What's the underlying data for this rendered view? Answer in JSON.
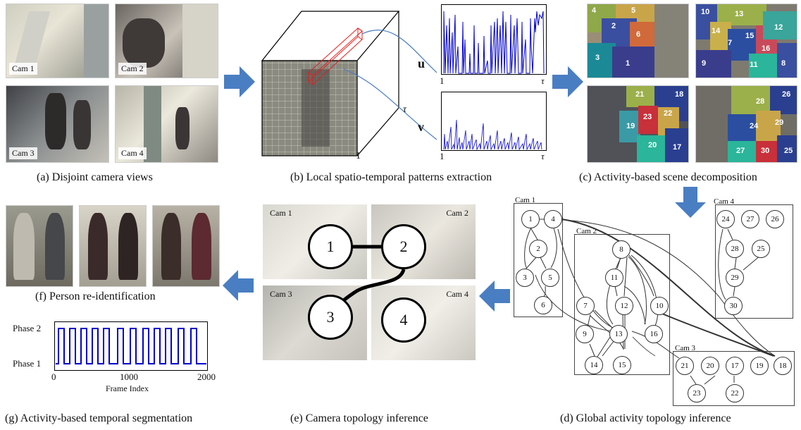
{
  "panel_a": {
    "cams": [
      "Cam 1",
      "Cam 2",
      "Cam 3",
      "Cam 4"
    ],
    "caption": "(a)   Disjoint camera views"
  },
  "panel_b": {
    "caption": "(b)   Local spatio-temporal patterns extraction",
    "cube_tau": "τ",
    "cube_one": "1",
    "u_label": "u",
    "v_label": "v",
    "u_start": "1",
    "u_end": "τ",
    "v_start": "1",
    "v_end": "τ"
  },
  "panel_c": {
    "caption": "(c)   Activity-based scene decomposition",
    "regions": [
      "1",
      "2",
      "3",
      "4",
      "5",
      "6",
      "7",
      "8",
      "9",
      "10",
      "11",
      "12",
      "13",
      "14",
      "15",
      "16",
      "17",
      "18",
      "19",
      "20",
      "21",
      "22",
      "23",
      "24",
      "25",
      "26",
      "27",
      "28",
      "29",
      "30"
    ]
  },
  "panel_d": {
    "caption": "(d)   Global activity topology inference",
    "cams": [
      "Cam 1",
      "Cam 2",
      "Cam 3",
      "Cam 4"
    ],
    "nodes": [
      "1",
      "2",
      "3",
      "4",
      "5",
      "6",
      "7",
      "8",
      "9",
      "10",
      "11",
      "12",
      "13",
      "14",
      "15",
      "16",
      "17",
      "18",
      "19",
      "20",
      "21",
      "22",
      "23",
      "24",
      "25",
      "26",
      "27",
      "28",
      "29",
      "30"
    ]
  },
  "panel_e": {
    "caption": "(e)   Camera topology inference",
    "cams": [
      "Cam 1",
      "Cam 2",
      "Cam 3",
      "Cam 4"
    ],
    "nodes": [
      "1",
      "2",
      "3",
      "4"
    ]
  },
  "panel_f": {
    "caption": "(f)   Person re-identification"
  },
  "panel_g": {
    "caption": "(g)   Activity-based temporal segmentation",
    "phase2": "Phase 2",
    "phase1": "Phase 1",
    "xticks": [
      "0",
      "1000",
      "2000"
    ],
    "xlabel": "Frame Index"
  },
  "colors": {
    "arrow": "#4a7ec2",
    "signal": "#0000cc",
    "photo_bg": "#7a7a6a"
  }
}
